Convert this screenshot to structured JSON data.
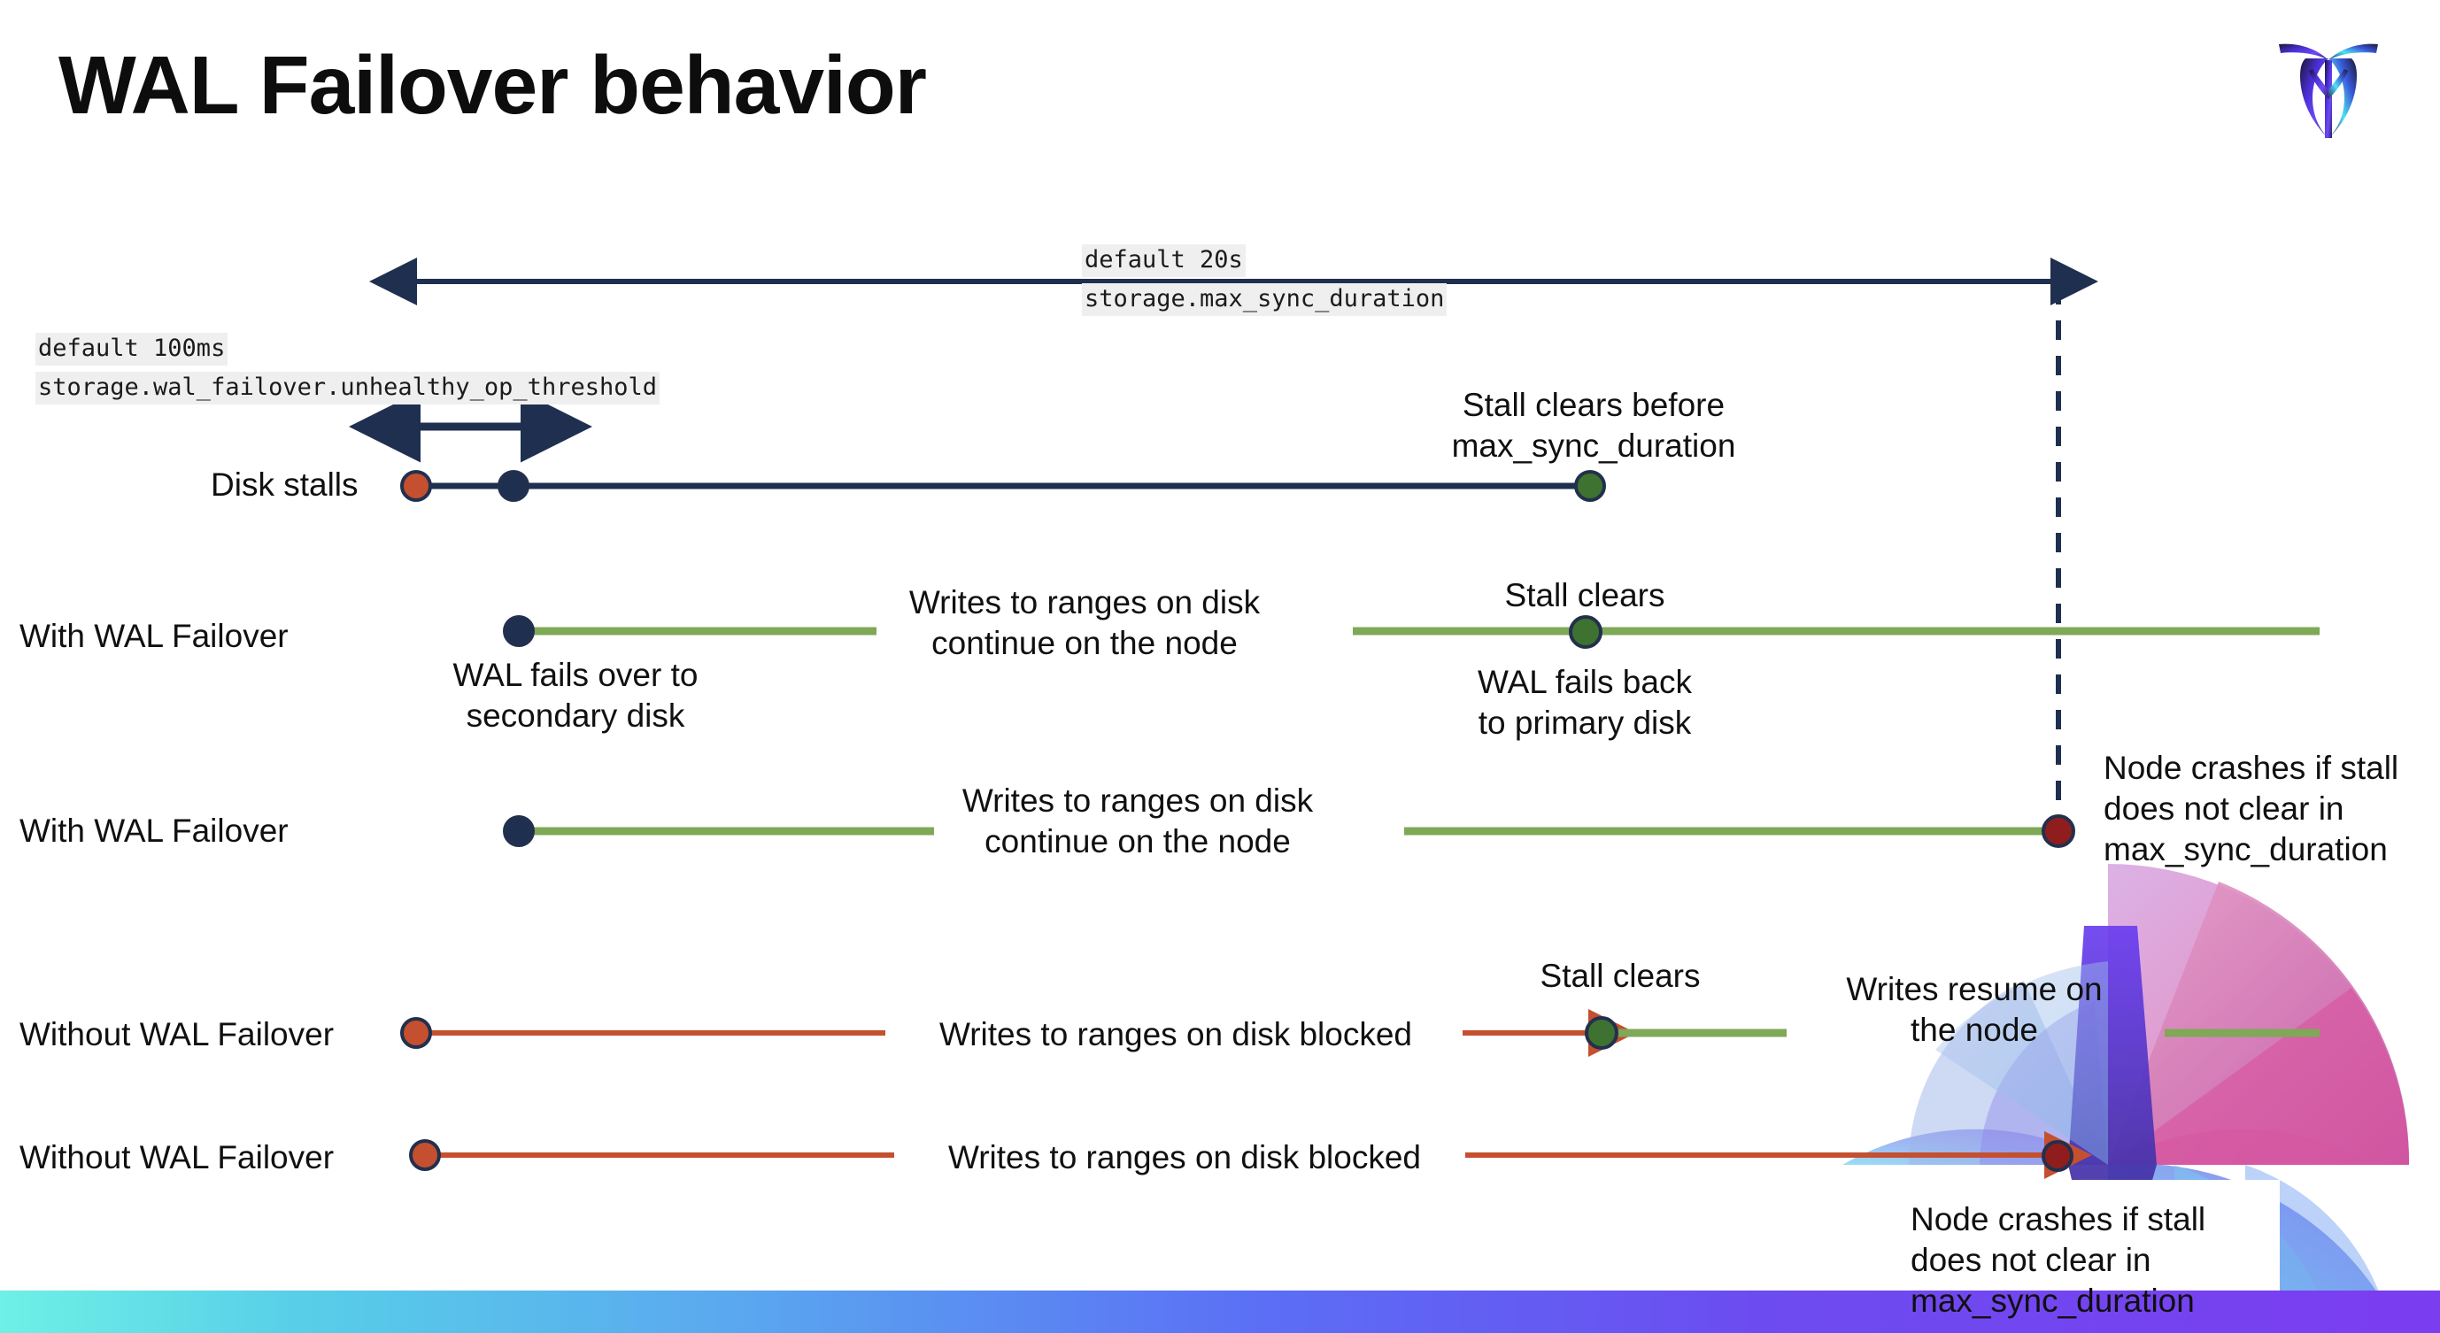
{
  "slide": {
    "title": "WAL Failover behavior",
    "logo_name": "cockroachdb-logo"
  },
  "colors": {
    "navy": "#1F2F4F",
    "orange": "#C4502F",
    "green_line": "#7FA857",
    "green_dot": "#3E7230",
    "dark_red": "#8F1D1D",
    "code_bg": "#EFEFEF",
    "accent_gradient_start": "#6EF0E6",
    "accent_gradient_end": "#7B3DF0"
  },
  "annotations": {
    "max_sync": {
      "default": "default 20s",
      "setting": "storage.max_sync_duration"
    },
    "unhealthy_op": {
      "default": "default 100ms",
      "setting": "storage.wal_failover.unhealthy_op_threshold"
    }
  },
  "rows": [
    {
      "id": "disk-stalls",
      "label": "Disk stalls",
      "notes": [
        {
          "id": "stall-clears-before",
          "text": "Stall clears before\nmax_sync_duration"
        }
      ]
    },
    {
      "id": "with-wal-failover-clears",
      "label": "With WAL Failover",
      "notes": [
        {
          "id": "wal-fails-over",
          "text": "WAL fails over to\nsecondary disk"
        },
        {
          "id": "writes-continue-1",
          "text": "Writes to ranges on disk\ncontinue on the node"
        },
        {
          "id": "stall-clears-1",
          "text": "Stall clears"
        },
        {
          "id": "wal-fails-back",
          "text": "WAL fails  back\nto primary disk"
        }
      ]
    },
    {
      "id": "with-wal-failover-crash",
      "label": "With WAL Failover",
      "notes": [
        {
          "id": "writes-continue-2",
          "text": "Writes to ranges on disk\ncontinue on the node"
        },
        {
          "id": "node-crashes-1",
          "text": "Node crashes if stall\ndoes not clear in\nmax_sync_duration"
        }
      ]
    },
    {
      "id": "without-wal-failover-clears",
      "label": "Without WAL Failover",
      "notes": [
        {
          "id": "writes-blocked-1",
          "text": "Writes to ranges on disk  blocked"
        },
        {
          "id": "stall-clears-2",
          "text": "Stall clears"
        },
        {
          "id": "writes-resume",
          "text": "Writes resume on\nthe node"
        }
      ]
    },
    {
      "id": "without-wal-failover-crash",
      "label": "Without WAL Failover",
      "notes": [
        {
          "id": "writes-blocked-2",
          "text": "Writes to ranges on disk  blocked"
        },
        {
          "id": "node-crashes-2",
          "text": "Node crashes if stall\ndoes not clear in\nmax_sync_duration"
        }
      ]
    }
  ],
  "text": {
    "title": "WAL Failover behavior",
    "max_sync_default": "default 20s",
    "max_sync_setting": "storage.max_sync_duration",
    "unhealthy_default": "default 100ms",
    "unhealthy_setting": "storage.wal_failover.unhealthy_op_threshold",
    "label_disk_stalls": "Disk stalls",
    "label_with_wal_1": "With WAL Failover",
    "label_with_wal_2": "With WAL Failover",
    "label_without_wal_1": "Without WAL Failover",
    "label_without_wal_2": "Without WAL Failover",
    "note_stall_clears_before_l1": "Stall clears before",
    "note_stall_clears_before_l2": "max_sync_duration",
    "note_wal_fails_over_l1": "WAL fails over to",
    "note_wal_fails_over_l2": "secondary disk",
    "note_writes_continue_l1": "Writes to ranges on disk",
    "note_writes_continue_l2": "continue on the node",
    "note_stall_clears": "Stall clears",
    "note_wal_fails_back_l1": "WAL fails  back",
    "note_wal_fails_back_l2": "to primary disk",
    "note_writes_continue2_l1": "Writes to ranges on disk",
    "note_writes_continue2_l2": "continue on the node",
    "note_node_crashes_l1": "Node crashes if stall",
    "note_node_crashes_l2": "does not clear in",
    "note_node_crashes_l3": "max_sync_duration",
    "note_writes_blocked": "Writes to ranges on disk  blocked",
    "note_stall_clears_2": "Stall clears",
    "note_writes_resume_l1": "Writes resume on",
    "note_writes_resume_l2": "the node",
    "note_writes_blocked_2": "Writes to ranges on disk  blocked",
    "note_node_crashes2_l1": "Node crashes if stall",
    "note_node_crashes2_l2": "does not clear in",
    "note_node_crashes2_l3": "max_sync_duration"
  }
}
